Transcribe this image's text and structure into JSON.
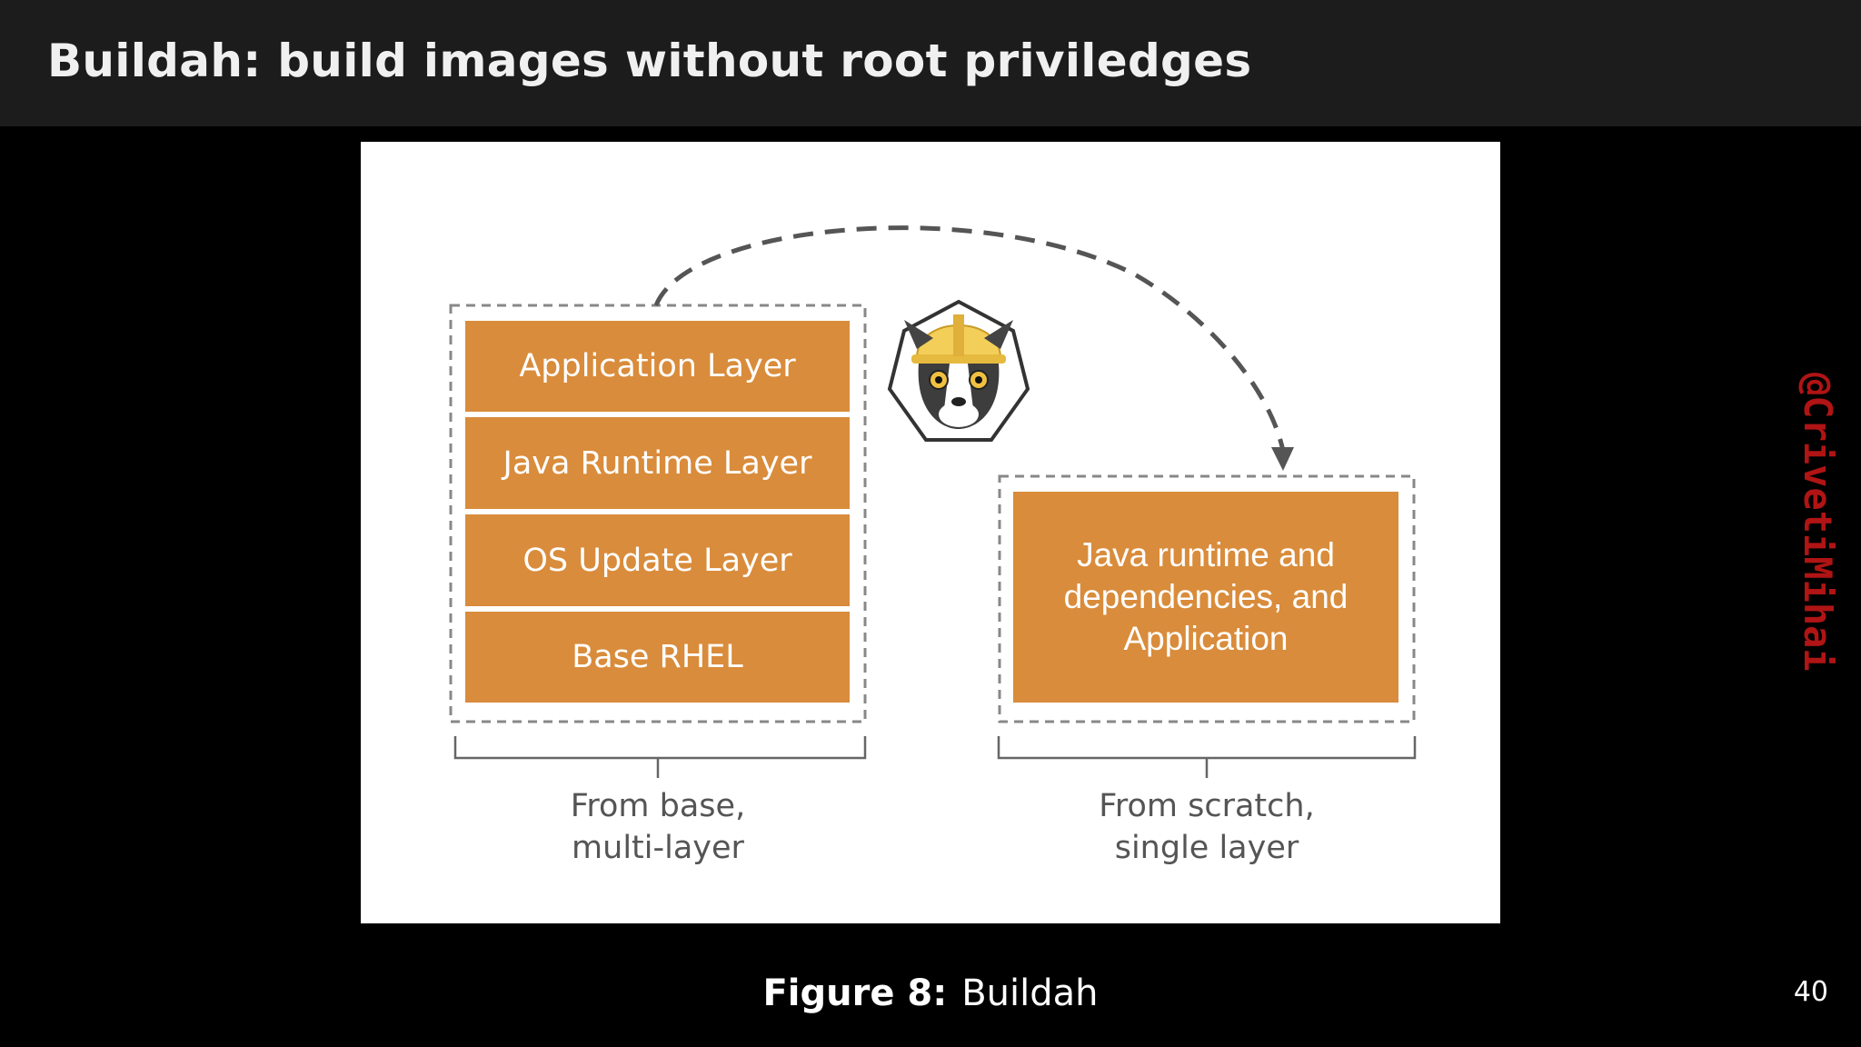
{
  "slide": {
    "title": "Buildah: build images without root priviledges",
    "page_number": "40",
    "watermark": "@CrivetiMihai"
  },
  "figure": {
    "label": "Figure 8:",
    "caption": "Buildah"
  },
  "diagram": {
    "left_stack": {
      "layers": [
        "Application Layer",
        "Java Runtime Layer",
        "OS Update Layer",
        "Base RHEL"
      ],
      "caption_lines": [
        "From base,",
        "multi-layer"
      ]
    },
    "right_stack": {
      "box_lines": [
        "Java runtime and",
        "dependencies, and",
        "Application"
      ],
      "caption_lines": [
        "From scratch,",
        "single layer"
      ]
    },
    "mascot_icon": "buildah-dog-mascot-icon",
    "arrow": "dashed-curved-arrow"
  },
  "colors": {
    "layer_fill": "#d98c3b",
    "header_bg": "#1c1c1c",
    "watermark": "#b01414"
  }
}
